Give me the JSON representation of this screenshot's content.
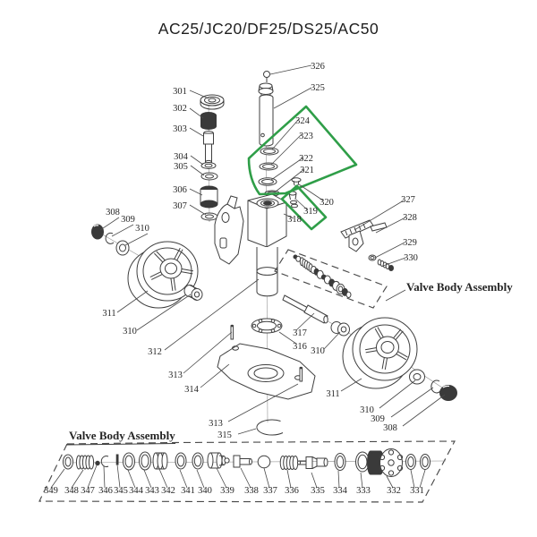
{
  "title": "AC25/JC20/DF25/DS25/AC50",
  "annotations": {
    "valve_body_right": "Valve Body Assembly",
    "valve_body_bottom": "Valve Body Assembly"
  },
  "colors": {
    "highlight_green": "#2f9e48",
    "line": "#3f3f3f"
  },
  "labels": {
    "p301": "301",
    "p302": "302",
    "p303": "303",
    "p304": "304",
    "p305": "305",
    "p306": "306",
    "p307": "307",
    "p308a": "308",
    "p308b": "308",
    "p309a": "309",
    "p309b": "309",
    "p310a": "310",
    "p310b": "310",
    "p310c": "310",
    "p310d": "310",
    "p311a": "311",
    "p311b": "311",
    "p312": "312",
    "p313a": "313",
    "p313b": "313",
    "p314": "314",
    "p315": "315",
    "p316": "316",
    "p317": "317",
    "p318": "318",
    "p319": "319",
    "p320": "320",
    "p321": "321",
    "p322": "322",
    "p323": "323",
    "p324": "324",
    "p325": "325",
    "p326": "326",
    "p327": "327",
    "p328": "328",
    "p329": "329",
    "p330": "330",
    "p331": "331",
    "p332": "332",
    "p333": "333",
    "p334": "334",
    "p335": "335",
    "p336": "336",
    "p337": "337",
    "p338": "338",
    "p339": "339",
    "p340": "340",
    "p341": "341",
    "p342": "342",
    "p343": "343",
    "p344": "344",
    "p345": "345",
    "p346": "346",
    "p347": "347",
    "p348": "348",
    "p349": "349"
  }
}
